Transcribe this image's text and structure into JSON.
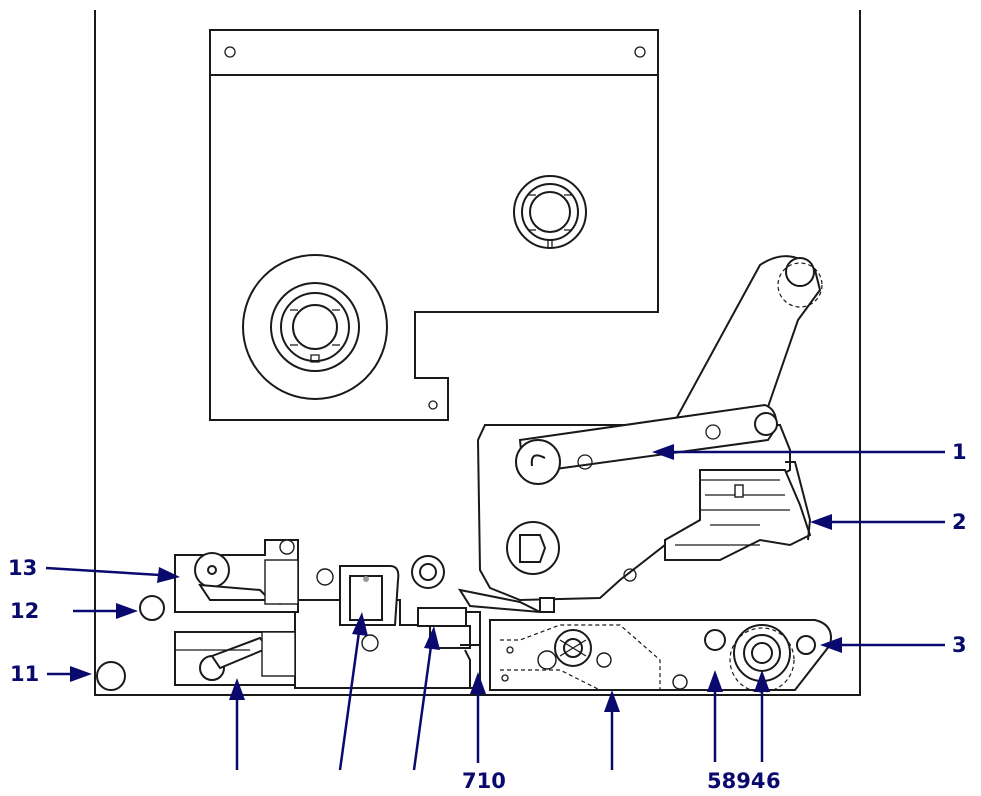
{
  "callouts": {
    "c1": "1",
    "c2": "2",
    "c3": "3",
    "c11": "11",
    "c12": "12",
    "c13": "13",
    "c710": "710",
    "c5894": "5894",
    "c6": "6"
  },
  "colors": {
    "callout": "#0a0a6e",
    "line": "#1a1a1a",
    "background": "#ffffff"
  }
}
